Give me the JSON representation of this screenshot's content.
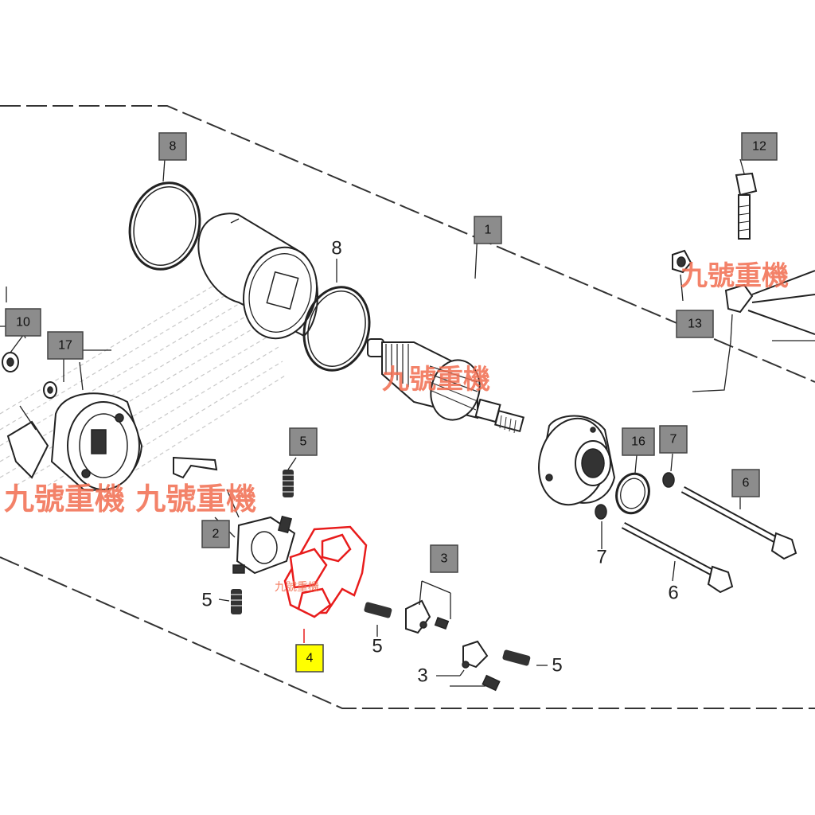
{
  "callouts": {
    "c1": "1",
    "c2": "2",
    "c3_box": "3",
    "c3_plain": "3",
    "c4": "4",
    "c5_box": "5",
    "c5_a": "5",
    "c5_b": "5",
    "c5_c": "5",
    "c6_box": "6",
    "c6_plain": "6",
    "c7_box": "7",
    "c7_plain": "7",
    "c8_box": "8",
    "c8_plain": "8",
    "c10": "10",
    "c12": "12",
    "c13": "13",
    "c16": "16",
    "c17": "17"
  },
  "watermarks": {
    "armature": "九號重機",
    "left": "九號重機 九號重機",
    "right": "九號重機",
    "small": "九號重機"
  },
  "colors": {
    "highlight_part": "#e81c1c",
    "highlight_tag": "#ffff00",
    "tag_fill": "#8c8c8c",
    "watermark": "#f26d4f"
  }
}
